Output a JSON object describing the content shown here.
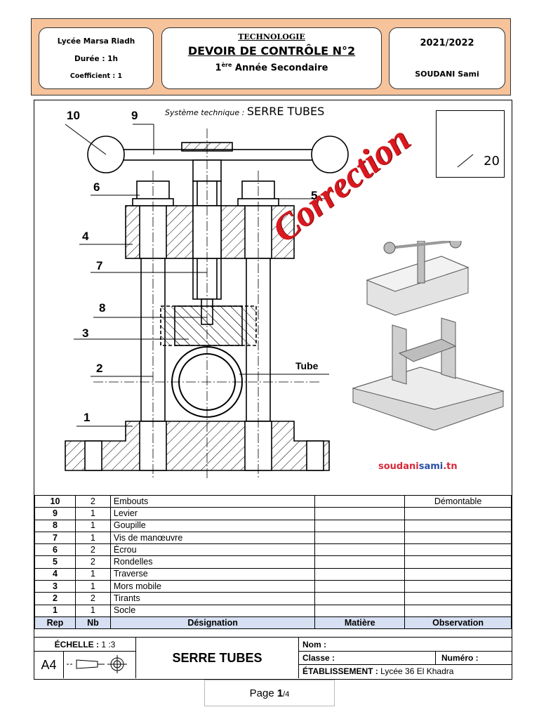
{
  "header": {
    "school": "Lycée Marsa Riadh",
    "duration": "Durée : 1h",
    "coefficient": "Coefficient : 1",
    "subject": "TECHNOLOGIE",
    "title": "DEVOIR DE CONTRÔLE N°2",
    "level_num": "1",
    "level_sup": "ère",
    "level_rest": " Année Secondaire",
    "year": "2021/2022",
    "teacher": "SOUDANI Sami"
  },
  "drawing": {
    "system_prefix": "Système technique : ",
    "system_name": "SERRE TUBES",
    "score": "20",
    "stamp": "Correction",
    "tube_label": "Tube",
    "site_a": "soudani",
    "site_b": "sami",
    "site_c": ".tn",
    "part_labels": [
      "10",
      "9",
      "6",
      "5",
      "4",
      "7",
      "8",
      "3",
      "2",
      "1"
    ]
  },
  "parts_table": {
    "rows": [
      {
        "rep": "10",
        "nb": "2",
        "designation": "Embouts",
        "matiere": "",
        "observation": "Démontable"
      },
      {
        "rep": "9",
        "nb": "1",
        "designation": "Levier",
        "matiere": "",
        "observation": ""
      },
      {
        "rep": "8",
        "nb": "1",
        "designation": "Goupille",
        "matiere": "",
        "observation": ""
      },
      {
        "rep": "7",
        "nb": "1",
        "designation": "Vis de manœuvre",
        "matiere": "",
        "observation": ""
      },
      {
        "rep": "6",
        "nb": "2",
        "designation": "Écrou",
        "matiere": "",
        "observation": ""
      },
      {
        "rep": "5",
        "nb": "2",
        "designation": "Rondelles",
        "matiere": "",
        "observation": ""
      },
      {
        "rep": "4",
        "nb": "1",
        "designation": "Traverse",
        "matiere": "",
        "observation": ""
      },
      {
        "rep": "3",
        "nb": "1",
        "designation": "Mors mobile",
        "matiere": "",
        "observation": ""
      },
      {
        "rep": "2",
        "nb": "2",
        "designation": "Tirants",
        "matiere": "",
        "observation": ""
      },
      {
        "rep": "1",
        "nb": "1",
        "designation": "Socle",
        "matiere": "",
        "observation": ""
      }
    ],
    "headers": {
      "rep": "Rep",
      "nb": "Nb",
      "designation": "Désignation",
      "matiere": "Matière",
      "observation": "Observation"
    }
  },
  "title_block": {
    "scale_label": "ÉCHELLE : ",
    "scale_value": "1 :3",
    "format": "A4",
    "title": "SERRE TUBES",
    "nom": "Nom :",
    "classe": "Classe :",
    "numero": "Numéro :",
    "etab_label": "ÉTABLISSEMENT :",
    "etab_value": " Lycée 36 El Khadra"
  },
  "footer": {
    "page_prefix": "Page ",
    "page_num": "1",
    "page_total": "/4"
  }
}
